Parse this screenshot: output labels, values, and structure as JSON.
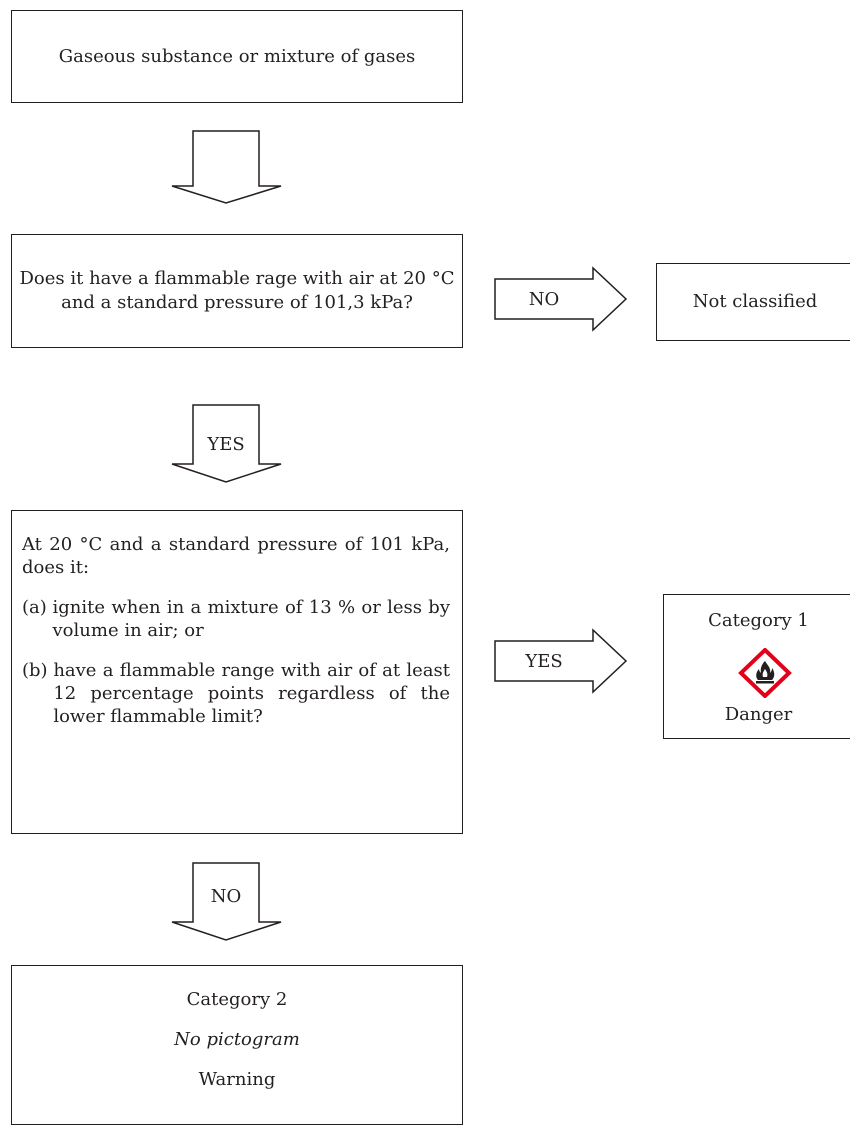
{
  "start": {
    "text": "Gaseous substance or mixture of gases"
  },
  "question1": {
    "line1": "Does it have a flammable rage with air at 20 °C",
    "line2": "and a standard pressure of 101,3 kPa?"
  },
  "arrow_no_right": {
    "label": "NO"
  },
  "not_classified": {
    "text": "Not classified"
  },
  "arrow_yes_down": {
    "label": "YES"
  },
  "question2": {
    "intro": "At 20 °C and a standard pressure of 101 kPa, does it:",
    "item_a": {
      "marker": "(a)",
      "text": "ignite when in a mixture of 13 % or less by volume in air; or"
    },
    "item_b": {
      "marker": "(b)",
      "text": "have a flammable range with air of at least 12 percentage points regardless of the lower flammable limit?"
    }
  },
  "arrow_yes_right": {
    "label": "YES"
  },
  "category1": {
    "title": "Category 1",
    "pictogram": "flame-ghs-pictogram",
    "signal": "Danger",
    "pictogram_color": "#e2001a"
  },
  "arrow_no_down": {
    "label": "NO"
  },
  "category2": {
    "title": "Category 2",
    "pictogram_text": "No pictogram",
    "signal": "Warning"
  }
}
